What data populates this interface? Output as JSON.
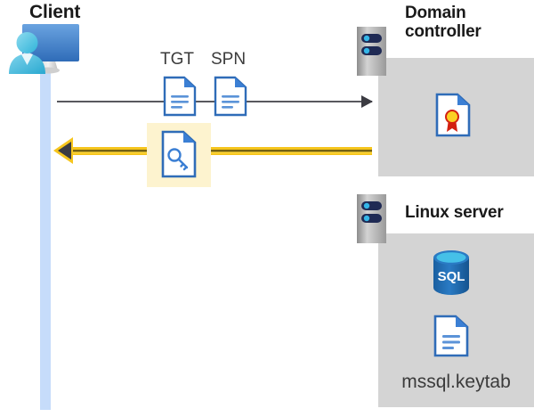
{
  "diagram": {
    "title": "Kerberos authentication flow between client, domain controller and Linux SQL Server",
    "nodes": {
      "client": {
        "label": "Client",
        "icon": "user-monitor-icon"
      },
      "domain_controller": {
        "label": "Domain\ncontroller",
        "label_line1": "Domain",
        "label_line2": "controller",
        "server_icon": "server-rack-icon",
        "contents": [
          {
            "icon": "certificate-icon",
            "name": "certificate"
          }
        ]
      },
      "linux_server": {
        "label": "Linux server",
        "server_icon": "server-rack-icon",
        "contents": [
          {
            "icon": "sql-database-icon",
            "name": "sql-database",
            "text": "SQL"
          },
          {
            "icon": "document-icon",
            "name": "keytab-file",
            "caption": "mssql.keytab"
          }
        ]
      }
    },
    "messages": [
      {
        "id": "request",
        "direction": "client-to-domain-controller",
        "style": "thin-gray-arrow",
        "artifacts": [
          {
            "label": "TGT",
            "icon": "document-icon"
          },
          {
            "label": "SPN",
            "icon": "document-icon"
          }
        ]
      },
      {
        "id": "response",
        "direction": "domain-controller-to-client",
        "style": "thick-yellow-arrow",
        "highlighted": true,
        "artifacts": [
          {
            "label": "",
            "icon": "service-ticket-key-document-icon"
          }
        ]
      }
    ],
    "colors": {
      "lifeline": "#c6dcfa",
      "panel": "#d4d4d4",
      "highlight": "#fdf3cf",
      "yellow_arrow": "#f6c51d",
      "gray_arrow": "#58585e",
      "doc_blue": "#3b7fd4",
      "doc_blue_dark": "#2f6cb8",
      "sql_blue": "#1f6eb4",
      "seal_gold": "#fbd024",
      "seal_red": "#d32011",
      "text_dark": "#1a1a1a"
    }
  }
}
